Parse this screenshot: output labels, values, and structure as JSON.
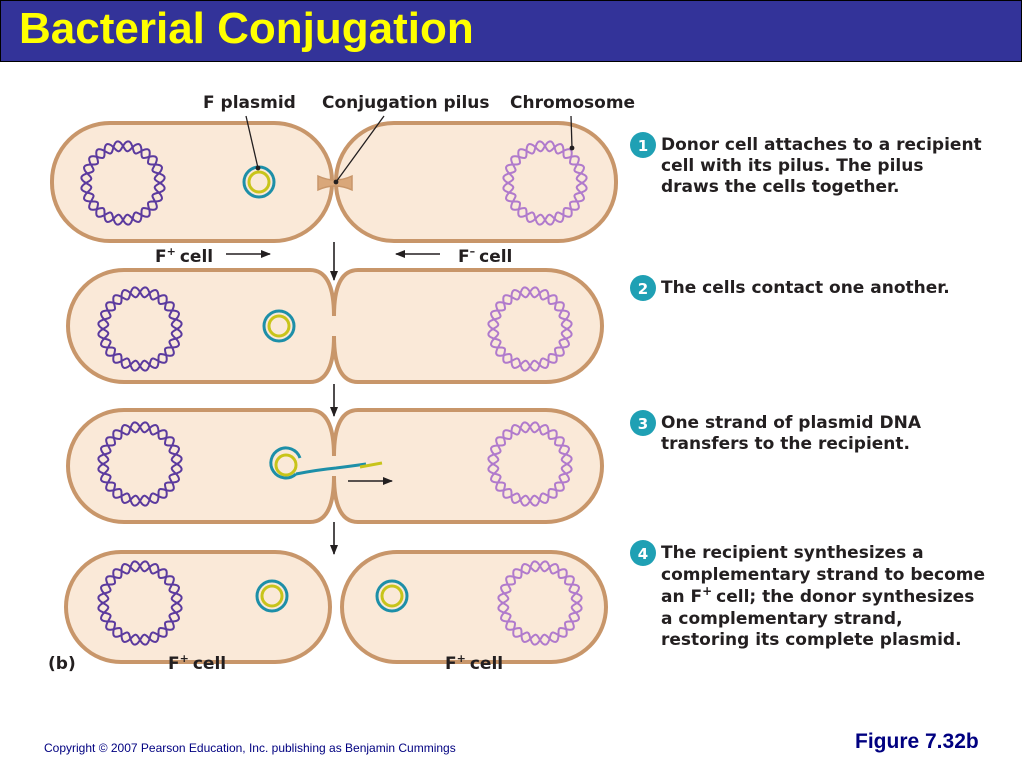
{
  "slide": {
    "title": "Bacterial Conjugation",
    "copyright": "Copyright © 2007 Pearson Education, Inc. publishing as Benjamin Cummings",
    "figure_ref": "Figure 7.32b"
  },
  "labels": {
    "f_plasmid": "F plasmid",
    "conjugation_pilus": "Conjugation pilus",
    "chromosome": "Chromosome",
    "f_plus_cell": "F",
    "plus_sign": "+",
    "minus_sign": "–",
    "cell_word": "cell",
    "panel_label": "(b)"
  },
  "steps": [
    {
      "number": "1",
      "lines": [
        "Donor cell attaches to a recipient",
        "cell with its pilus. The pilus",
        "draws the cells together."
      ]
    },
    {
      "number": "2",
      "lines": [
        "The cells contact one another."
      ]
    },
    {
      "number": "3",
      "lines": [
        "One strand of plasmid DNA",
        "transfers to the recipient."
      ]
    },
    {
      "number": "4",
      "lines": [
        "The recipient synthesizes a",
        "complementary strand to become",
        "an F",
        "cell; the donor synthesizes",
        "a complementary strand,",
        "restoring its complete plasmid."
      ]
    }
  ],
  "colors": {
    "title_bar": "#333399",
    "title_text": "#ffff00",
    "cell_fill": "#fae9d8",
    "cell_outline": "#c8966a",
    "donor_chromosome": "#5b3a9e",
    "recipient_chromosome": "#b07acc",
    "plasmid_outer": "#1d8fa8",
    "plasmid_inner": "#c8c41a",
    "step_circle": "#1fa0b4",
    "footer_text": "#000080"
  }
}
